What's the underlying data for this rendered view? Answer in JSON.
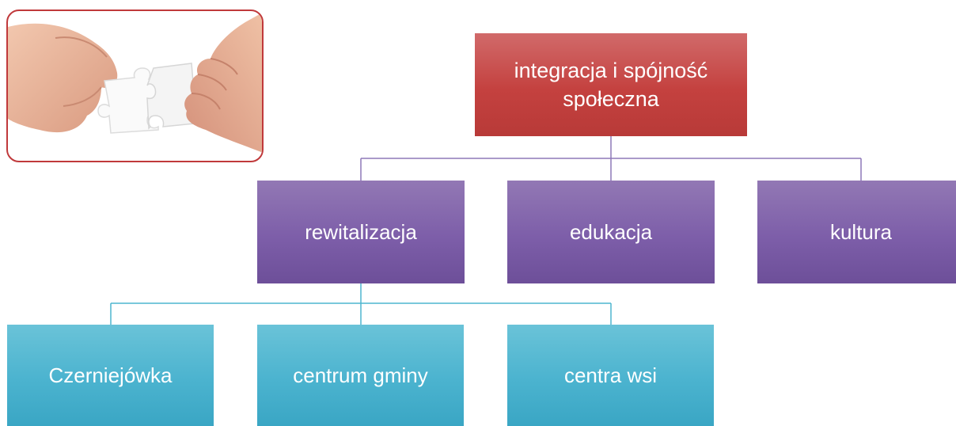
{
  "colors": {
    "root": "#c4413f",
    "level2": "#7d5ea9",
    "level3": "#4bb3cf",
    "connector_purple": "#8e78b8",
    "connector_teal": "#4db6cf",
    "photo_border": "#c0393b"
  },
  "image": {
    "subject": "two hands joining white puzzle pieces"
  },
  "root": {
    "line1": "integracja i spójność",
    "line2": "społeczna"
  },
  "level2": [
    {
      "label": "rewitalizacja"
    },
    {
      "label": "edukacja"
    },
    {
      "label": "kultura"
    }
  ],
  "level3": [
    {
      "label": "Czerniejówka"
    },
    {
      "label": "centrum gminy"
    },
    {
      "label": "centra wsi"
    }
  ]
}
